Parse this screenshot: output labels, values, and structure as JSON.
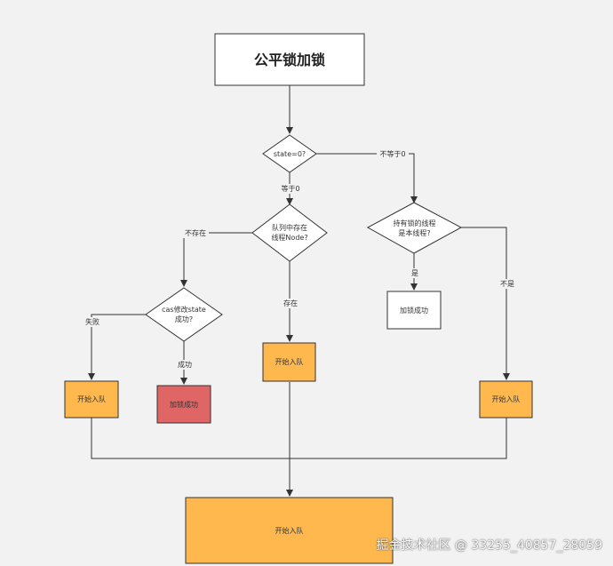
{
  "colors": {
    "orange": "#ffb84d",
    "red": "#e06666",
    "white": "#ffffff",
    "stroke": "#333333",
    "background": "#f2f2f2"
  },
  "nodes": {
    "title": "公平锁加锁",
    "state_check": "state=0?",
    "queue_check": "队列中存在\n线程Node?",
    "owner_check": "持有锁的线程\n是本线程?",
    "cas_check": "cas修改state\n成功?",
    "lock_success_owner": "加锁成功",
    "lock_success_cas": "加锁成功",
    "enqueue_exists": "开始入队",
    "enqueue_fail": "开始入队",
    "enqueue_not_owner": "开始入队",
    "enqueue_final": "开始入队"
  },
  "edges": {
    "equals_zero": "等于0",
    "not_equals_zero": "不等于0",
    "not_exists": "不存在",
    "exists": "存在",
    "is_owner": "是",
    "not_owner": "不是",
    "fail": "失败",
    "success": "成功"
  },
  "watermark": "掘金技术社区 @ 33255_40857_28059"
}
